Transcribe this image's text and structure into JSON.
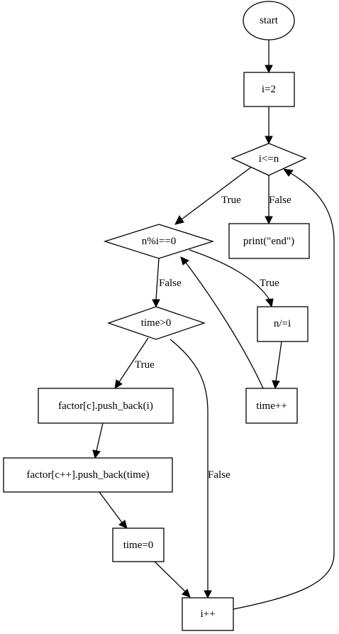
{
  "diagram": {
    "nodes": {
      "start": "start",
      "init": "i=2",
      "loop_cond": "i<=n",
      "print_end": "print(\"end\")",
      "divisible": "n%i==0",
      "divide": "n/=i",
      "time_incr": "time++",
      "time_check": "time>0",
      "push_factor": "factor[c].push_back(i)",
      "push_time": "factor[c++].push_back(time)",
      "time_reset": "time=0",
      "i_incr": "i++"
    },
    "edge_labels": {
      "loop_true": "True",
      "loop_false": "False",
      "div_true": "True",
      "div_false": "False",
      "time_true": "True",
      "time_false": "False"
    }
  }
}
